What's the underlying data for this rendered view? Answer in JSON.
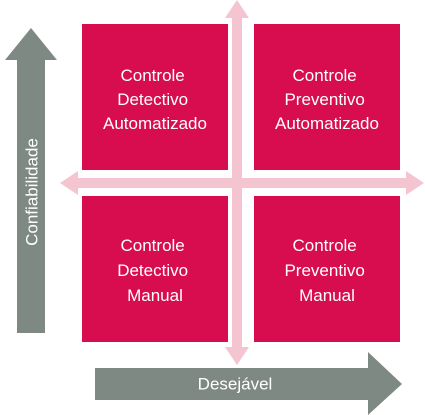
{
  "colors": {
    "quadrant": "#d70d4f",
    "cross": "#f4c4d1",
    "axis": "#7f8984",
    "text": "#ffffff"
  },
  "axes": {
    "y_label": "Confiabilidade",
    "x_label": "Desejável"
  },
  "quadrants": {
    "top_left": [
      "Controle",
      "Detectivo",
      "Automatizado"
    ],
    "top_right": [
      "Controle",
      "Preventivo",
      "Automatizado"
    ],
    "bottom_left": [
      "Controle",
      "Detectivo",
      "Manual"
    ],
    "bottom_right": [
      "Controle",
      "Preventivo",
      "Manual"
    ]
  }
}
